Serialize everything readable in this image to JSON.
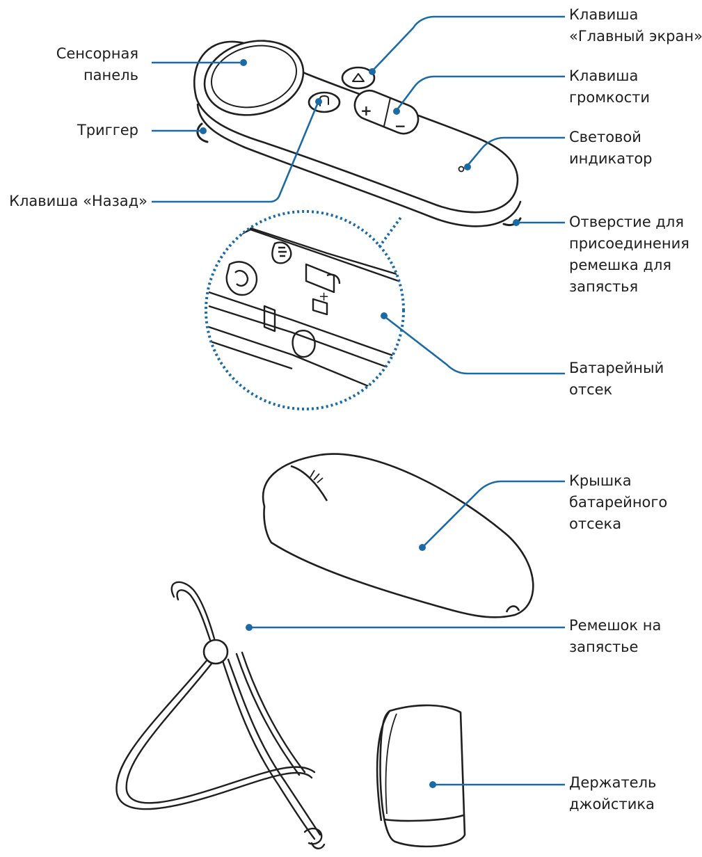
{
  "diagram": {
    "accent_color": "#1a6aa6",
    "outline_color": "#1f1f1f",
    "labels": {
      "touchpad": [
        "Сенсорная",
        "панель"
      ],
      "trigger": [
        "Триггер"
      ],
      "back_key": [
        "Клавиша «Назад»"
      ],
      "home_key": [
        "Клавиша",
        "«Главный экран»"
      ],
      "volume_key": [
        "Клавиша",
        "громкости"
      ],
      "indicator": [
        "Световой",
        "индикатор"
      ],
      "strap_hole": [
        "Отверстие для",
        "присоединения",
        "ремешка для",
        "запястья"
      ],
      "battery_compartment": [
        "Батарейный",
        "отсек"
      ],
      "battery_cover": [
        "Крышка",
        "батарейного",
        "отсека"
      ],
      "wrist_strap": [
        "Ремешок на",
        "запястье"
      ],
      "holder": [
        "Держатель",
        "джойстика"
      ]
    },
    "button_glyphs": {
      "plus": "+",
      "minus": "−"
    }
  }
}
